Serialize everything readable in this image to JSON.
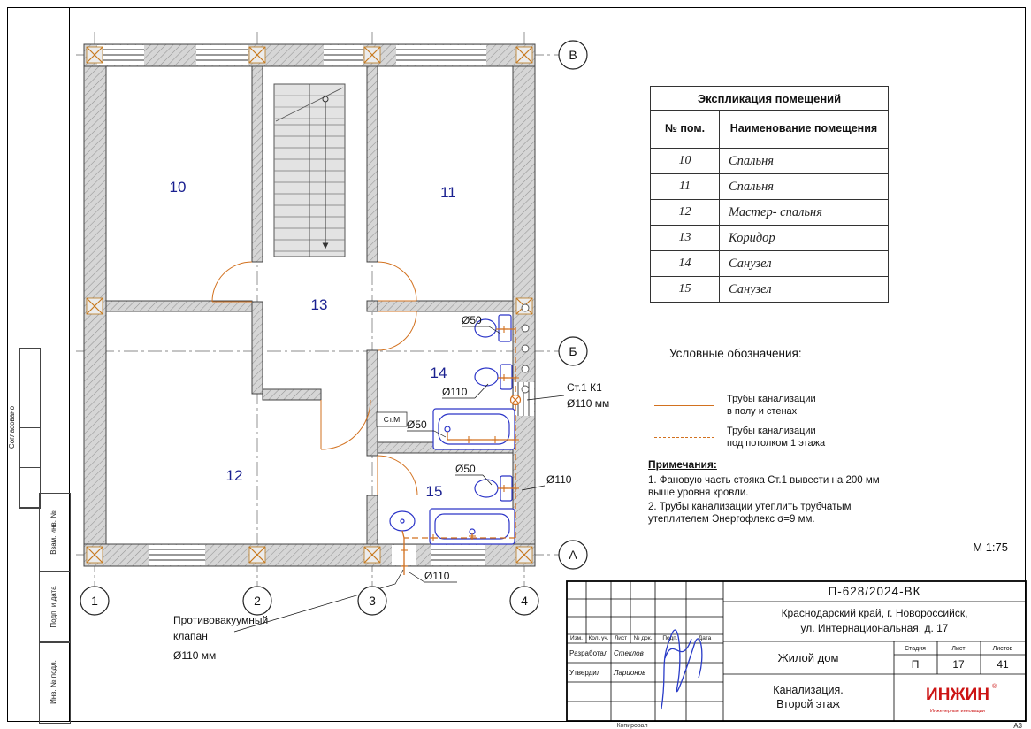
{
  "sheet": {
    "scale": "М 1:75",
    "format": "А3",
    "kopiroval": "Копировал"
  },
  "plan": {
    "rooms": [
      {
        "num": "10"
      },
      {
        "num": "11"
      },
      {
        "num": "12"
      },
      {
        "num": "13"
      },
      {
        "num": "14"
      },
      {
        "num": "15"
      }
    ],
    "axes_bottom": [
      "1",
      "2",
      "3",
      "4"
    ],
    "axes_right": [
      "В",
      "Б",
      "А"
    ],
    "labels": {
      "d50_a": "Ø50",
      "d110_a": "Ø110",
      "d50_b": "Ø50",
      "d50_c": "Ø50",
      "d110_b": "Ø110",
      "d110_c": "Ø110",
      "riser1": "Ст.1 К1",
      "riser2": "Ø110 мм",
      "stm": "Ст.М",
      "valve1": "Противовакуумный",
      "valve2": "клапан",
      "valve3": "Ø110 мм"
    }
  },
  "room_table": {
    "title": "Экспликация помещений",
    "col_num": "№ пом.",
    "col_name": "Наименование помещения",
    "rows": [
      {
        "num": "10",
        "name": "Спальня"
      },
      {
        "num": "11",
        "name": "Спальня"
      },
      {
        "num": "12",
        "name": "Мастер- спальня"
      },
      {
        "num": "13",
        "name": "Коридор"
      },
      {
        "num": "14",
        "name": "Санузел"
      },
      {
        "num": "15",
        "name": "Санузел"
      }
    ]
  },
  "legend": {
    "title": "Условные обозначения:",
    "items": [
      {
        "label1": "Трубы канализации",
        "label2": "в полу и стенах",
        "style": "solid"
      },
      {
        "label1": "Трубы канализации",
        "label2": "под потолком 1 этажа",
        "style": "dashed"
      }
    ]
  },
  "notes": {
    "title": "Примечания:",
    "items": [
      "1.   Фановую часть стояка Ст.1  вывести на 200 мм выше уровня кровли.",
      "2.   Трубы канализации утеплить трубчатым утеплителем Энергофлекс σ=9 мм."
    ]
  },
  "title_block": {
    "doc_number": "П-628/2024-ВК",
    "address1": "Краснодарский край, г. Новороссийск,",
    "address2": "ул. Интернациональная, д. 17",
    "object_name": "Жилой дом",
    "drawing1": "Канализация.",
    "drawing2": "Второй этаж",
    "stage_label": "Стадия",
    "sheet_label": "Лист",
    "sheets_label": "Листов",
    "stage": "П",
    "sheet_num": "17",
    "sheets_total": "41",
    "cols": [
      "Изм.",
      "Кол. уч.",
      "Лист",
      "№ док.",
      "Подп.",
      "Дата"
    ],
    "role1": "Разработал",
    "name1": "Стеклов",
    "role2": "Утвердил",
    "name2": "Ларионов",
    "logo": "ИНЖИН",
    "logo_sub": "Инженерные инновации"
  },
  "side_strip": {
    "agreed": "Согласовано",
    "labels": [
      "Взам. инв. №",
      "Подп. и дата",
      "Инв. № подл."
    ]
  },
  "colors": {
    "pipe": "#d2711f",
    "fixture": "#2c35c8",
    "room_label": "#1a2090",
    "logo_red": "#cc1414"
  }
}
